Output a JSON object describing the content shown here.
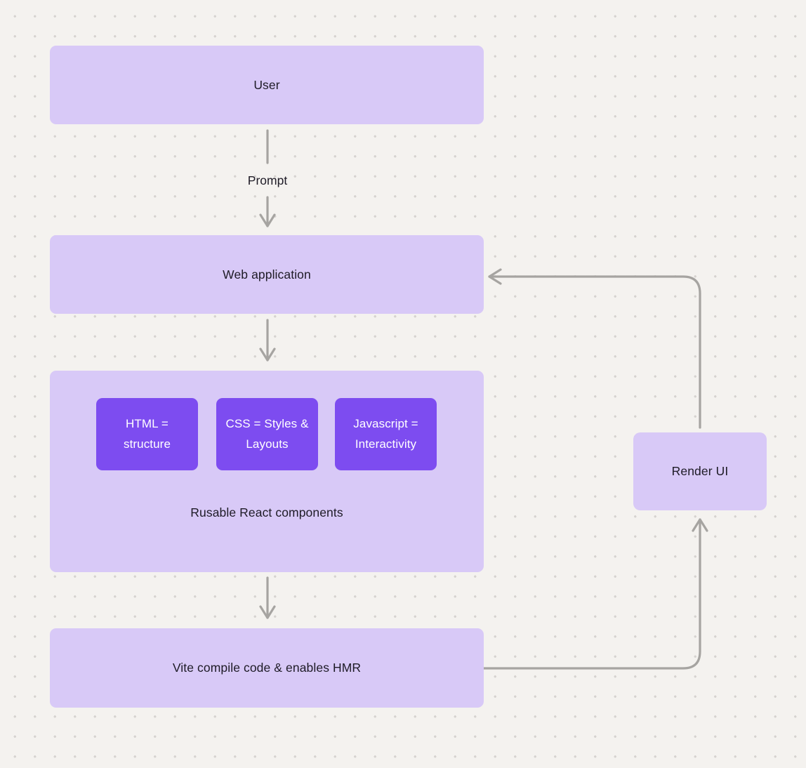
{
  "colors": {
    "background": "#f4f2ef",
    "dot": "#d6d3d0",
    "node_fill": "#d8c9f7",
    "chip_fill": "#7d4cf0",
    "chip_text": "#ffffff",
    "node_text": "#1e1b26",
    "arrow": "#a6a4a1"
  },
  "nodes": {
    "user": {
      "label": "User"
    },
    "web_application": {
      "label": "Web application"
    },
    "components_group": {
      "chips": [
        {
          "label": "HTML = structure"
        },
        {
          "label": "CSS = Styles & Layouts"
        },
        {
          "label": "Javascript = Interactivity"
        }
      ],
      "caption": "Rusable React components"
    },
    "vite": {
      "label": "Vite compile code & enables HMR"
    },
    "render_ui": {
      "label": "Render UI"
    }
  },
  "edges": {
    "prompt_label": "Prompt"
  }
}
